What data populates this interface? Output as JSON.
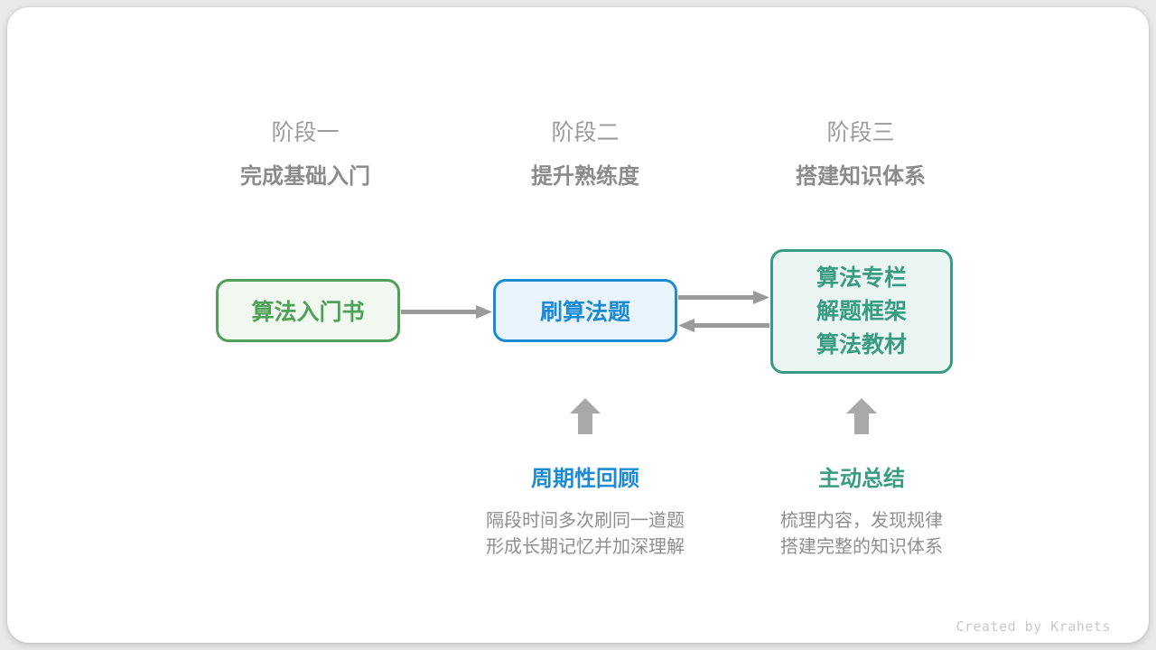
{
  "colors": {
    "page_background": "#E9E9E9",
    "card_background": "#FFFFFF",
    "green": "#4FA058",
    "green_fill": "#F0F8EF",
    "blue": "#1C8BD3",
    "blue_fill": "#E9F4FC",
    "teal": "#379C82",
    "teal_fill": "#EBF6F2",
    "connector_gray": "#9A9A9A",
    "block_arrow_gray": "#A8A8A8",
    "stage_label_gray": "#9C9C9C",
    "stage_title_gray": "#8B8B8B",
    "description_gray": "#8F8F8F",
    "credit_gray": "#C9C9C9"
  },
  "stages": [
    {
      "label": "阶段一",
      "title": "完成基础入门"
    },
    {
      "label": "阶段二",
      "title": "提升熟练度"
    },
    {
      "label": "阶段三",
      "title": "搭建知识体系"
    }
  ],
  "nodes": [
    {
      "id": "intro-book",
      "lines": [
        "算法入门书"
      ]
    },
    {
      "id": "practice-problems",
      "lines": [
        "刷算法题"
      ]
    },
    {
      "id": "knowledge-resources",
      "lines": [
        "算法专栏",
        "解题框架",
        "算法教材"
      ]
    }
  ],
  "connections": [
    {
      "from": "算法入门书",
      "to": "刷算法题",
      "direction": "right"
    },
    {
      "from": "刷算法题",
      "to": "算法专栏/解题框架/算法教材",
      "direction": "right"
    },
    {
      "from": "算法专栏/解题框架/算法教材",
      "to": "刷算法题",
      "direction": "left"
    }
  ],
  "annotations": [
    {
      "target": "刷算法题",
      "title": "周期性回顾",
      "lines": [
        "隔段时间多次刷同一道题",
        "形成长期记忆并加深理解"
      ]
    },
    {
      "target": "算法专栏/解题框架/算法教材",
      "title": "主动总结",
      "lines": [
        "梳理内容，发现规律",
        "搭建完整的知识体系"
      ]
    }
  ],
  "footer": {
    "credit": "Created by Krahets"
  }
}
